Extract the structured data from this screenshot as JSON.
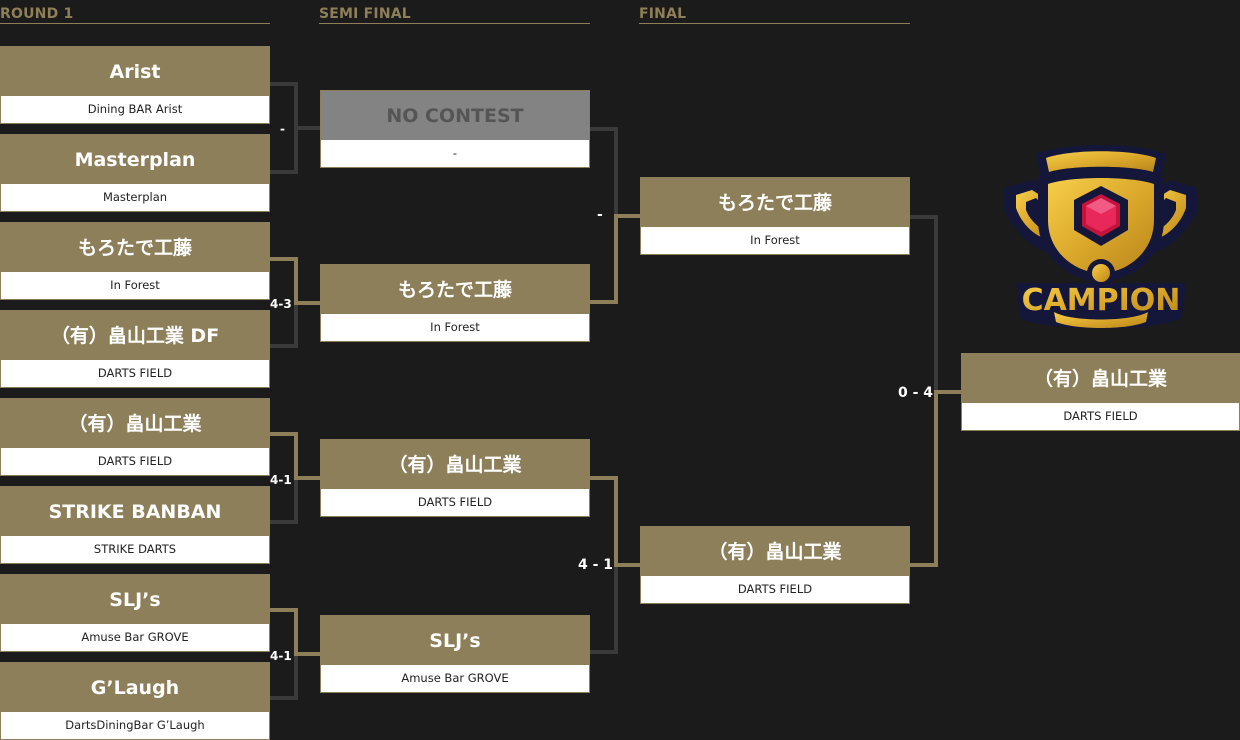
{
  "headers": {
    "round1": "ROUND 1",
    "semi": "SEMI FINAL",
    "final": "FINAL"
  },
  "colors": {
    "background": "#1b1b1b",
    "gold": "#8d7f5a",
    "loser_line": "#3a3a3a",
    "no_contest": "#838383"
  },
  "round1": [
    {
      "team": "Arist",
      "venue": "Dining BAR Arist"
    },
    {
      "team": "Masterplan",
      "venue": "Masterplan"
    },
    {
      "team": "もろたで工藤",
      "venue": "In Forest"
    },
    {
      "team": "（有）畠山工業 DF",
      "venue": "DARTS FIELD"
    },
    {
      "team": "（有）畠山工業",
      "venue": "DARTS FIELD"
    },
    {
      "team": "STRIKE BANBAN",
      "venue": "STRIKE DARTS"
    },
    {
      "team": "SLJ’s",
      "venue": "Amuse Bar GROVE"
    },
    {
      "team": "G’Laugh",
      "venue": "DartsDiningBar G’Laugh"
    }
  ],
  "round1_scores": [
    "-",
    "4-3",
    "4-1",
    "4-1"
  ],
  "semi": [
    {
      "team": "NO CONTEST",
      "venue": "-"
    },
    {
      "team": "もろたで工藤",
      "venue": "In Forest"
    },
    {
      "team": "（有）畠山工業",
      "venue": "DARTS FIELD"
    },
    {
      "team": "SLJ’s",
      "venue": "Amuse Bar GROVE"
    }
  ],
  "semi_scores": [
    "-",
    "4 - 1"
  ],
  "final": [
    {
      "team": "もろたで工藤",
      "venue": "In Forest"
    },
    {
      "team": "（有）畠山工業",
      "venue": "DARTS FIELD"
    }
  ],
  "final_score": "0 - 4",
  "champion": {
    "badge_text": "CAMPION",
    "team": "（有）畠山工業",
    "venue": "DARTS FIELD"
  }
}
